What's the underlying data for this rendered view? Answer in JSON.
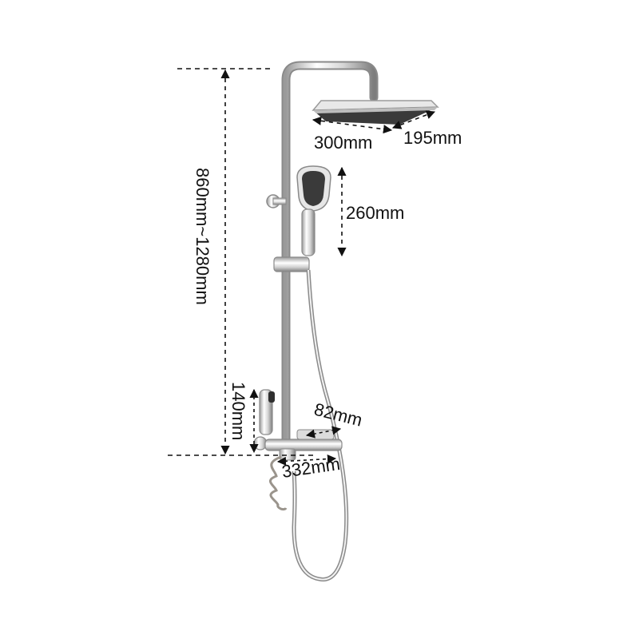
{
  "dimensions": {
    "head_width": "300mm",
    "head_depth": "195mm",
    "handheld_length": "260mm",
    "total_height": "860mm~1280mm",
    "sprayer_height": "140mm",
    "shelf_depth": "82mm",
    "shelf_width": "332mm"
  },
  "colors": {
    "chrome_light": "#f4f4f4",
    "chrome_mid": "#c9c9c9",
    "chrome_dark": "#8a8a8a",
    "spray_face": "#3a3a3a",
    "dimension_line": "#111111",
    "spring_hose": "#9a948c"
  }
}
